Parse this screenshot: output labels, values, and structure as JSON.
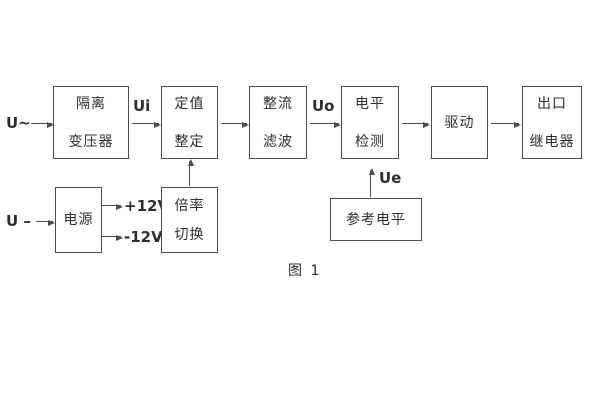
{
  "diagram": {
    "caption": "图 1",
    "inputs": {
      "ac_label": "U~",
      "dc_label": "U –"
    },
    "signal_labels": {
      "ui": "Ui",
      "uo": "Uo",
      "ue": "Ue"
    },
    "power_rails": {
      "positive": "+12V",
      "negative": "-12V"
    },
    "blocks": {
      "isolation_transformer": {
        "line1": "隔离",
        "line2": "变压器"
      },
      "setpoint_setting": {
        "line1": "定值",
        "line2": "整定"
      },
      "rectify_filter": {
        "line1": "整流",
        "line2": "滤波"
      },
      "level_detection": {
        "line1": "电平",
        "line2": "检测"
      },
      "driver": {
        "label": "驱动"
      },
      "output_relay": {
        "line1": "出口",
        "line2": "继电器"
      },
      "power_supply": {
        "label": "电源"
      },
      "ratio_switching": {
        "line1": "倍率",
        "line2": "切换"
      },
      "reference_level": {
        "label": "参考电平"
      }
    },
    "colors": {
      "background": "#ffffff",
      "line": "#4d4d4d",
      "text": "#2d2d2d"
    }
  }
}
